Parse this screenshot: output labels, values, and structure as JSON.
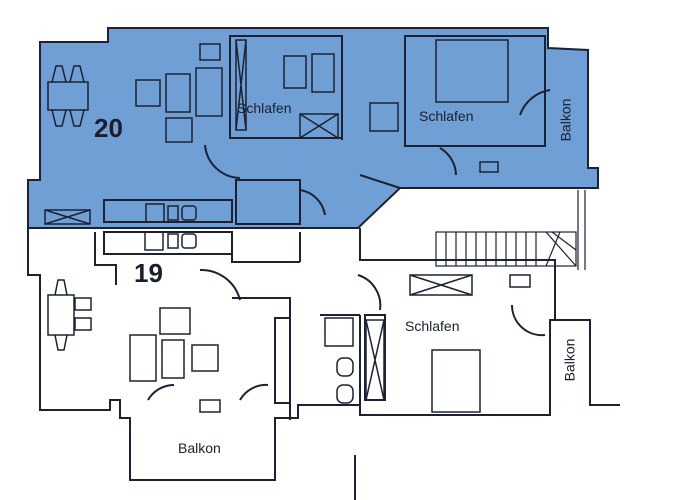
{
  "floor_plan": {
    "colors": {
      "highlight": "#6f9fd4",
      "wall": "#1c2233",
      "background": "#ffffff"
    },
    "units": [
      {
        "id": "20",
        "label": "20",
        "highlighted": true
      },
      {
        "id": "19",
        "label": "19",
        "highlighted": false
      }
    ],
    "rooms": {
      "unit20_bedroom_small": "Schlafen",
      "unit20_bedroom_main": "Schlafen",
      "unit20_balcony": "Balkon",
      "unit19_bedroom": "Schlafen",
      "unit19_balcony_right": "Balkon",
      "unit19_balcony_bottom": "Balkon"
    }
  }
}
